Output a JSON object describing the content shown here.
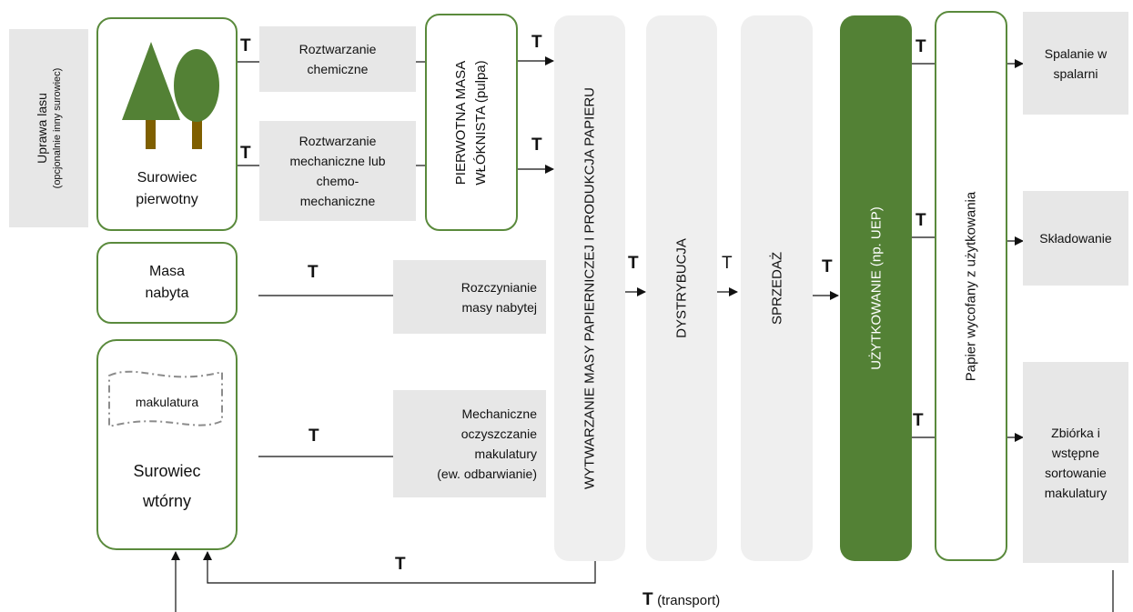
{
  "colors": {
    "green": "#5a8a3c",
    "dark_green": "#538135",
    "gray": "#e7e7e7",
    "light_gray": "#efefef",
    "trunk": "#7f5f00"
  },
  "transport_marker": "T",
  "transport_legend_suffix": "(transport)",
  "left_label": {
    "line1": "Uprawa lasu",
    "line2": "(opcjonalnie inny surowiec)"
  },
  "sources": {
    "primary": {
      "line1": "Surowiec",
      "line2": "pierwotny"
    },
    "purchased": {
      "line1": "Masa",
      "line2": "nabyta"
    },
    "secondary": {
      "tag": "makulatura",
      "line1": "Surowiec",
      "line2": "wtórny"
    }
  },
  "processes": {
    "chemical": {
      "line1": "Roztwarzanie",
      "line2": "chemiczne"
    },
    "mechanical": {
      "line1": "Roztwarzanie",
      "line2": "mechaniczne lub",
      "line3": "chemo-",
      "line4": "mechaniczne"
    },
    "dissolving": {
      "line1": "Rozczynianie",
      "line2": "masy nabytej"
    },
    "cleaning": {
      "line1": "Mechaniczne",
      "line2": "oczyszczanie",
      "line3": "makulatury",
      "line4": "(ew. odbarwianie)"
    }
  },
  "pulp": {
    "line1": "PIERWOTNA MASA",
    "line2": "WŁÓKNISTA (pulpa)"
  },
  "stages": {
    "production": "WYTWARZANIE MASY PAPIERNICZEJ I PRODUKCJA PAPIERU",
    "distribution": "DYSTRYBUCJA",
    "sale": "SPRZEDAŻ",
    "use": "UŻYTKOWANIE (np. UEP)",
    "withdrawn": "Papier wycofany z użytkowania"
  },
  "end_of_life": {
    "incineration": {
      "line1": "Spalanie w",
      "line2": "spalarni"
    },
    "landfill": {
      "line1": "Składowanie"
    },
    "collection": {
      "line1": "Zbiórka i",
      "line2": "wstępne",
      "line3": "sortowanie",
      "line4": "makulatury"
    }
  }
}
